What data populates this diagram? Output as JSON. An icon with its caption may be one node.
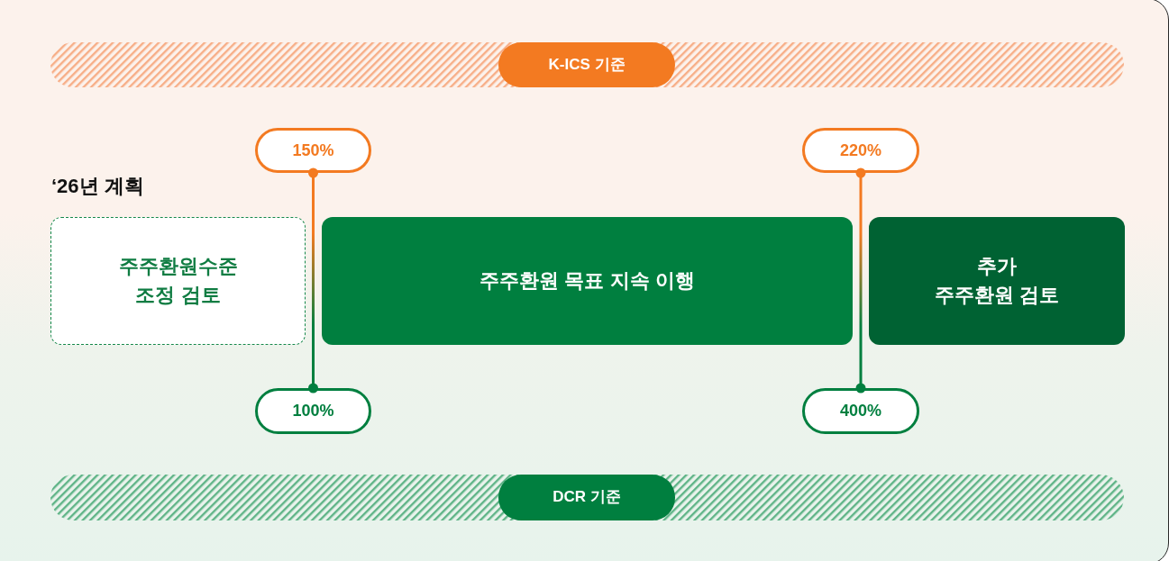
{
  "diagram": {
    "nodes": [
      {
        "text": [
          "K-ICS 기준"
        ]
      },
      {
        "text": [
          "150%"
        ]
      },
      {
        "text": [
          "220%"
        ]
      },
      {
        "text": [
          "주주환원수준 조정 검토"
        ]
      },
      {
        "text": [
          "주주환원 목표 지속 이행"
        ]
      },
      {
        "text": [
          "추가 주주환원 검토"
        ]
      },
      {
        "text": [
          "100%"
        ]
      },
      {
        "text": [
          "400%"
        ]
      },
      {
        "text": [
          "DCR 기준"
        ]
      }
    ],
    "edges": [
      {
        "from": 1,
        "to": 6,
        "arrow": "other"
      },
      {
        "from": 2,
        "to": 7,
        "arrow": "other"
      }
    ],
    "labels": [
      "‘26년 계획"
    ]
  }
}
